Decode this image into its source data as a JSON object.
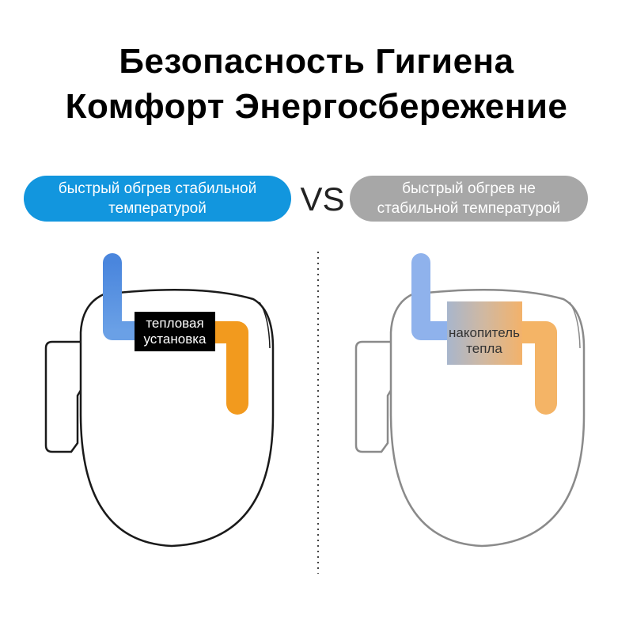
{
  "header": {
    "line1": "Безопасность Гигиена",
    "line2": "Комфорт Энергосбережение"
  },
  "left": {
    "label_line1": "быстрый обгрев стабильной",
    "label_line2": "температурой",
    "tag_line1": "тепловая",
    "tag_line2": "установка"
  },
  "vs_label": "VS",
  "right": {
    "label_line1": "быстрый обгрев не",
    "label_line2": "стабильной температурой",
    "tag_line1": "накопитель",
    "tag_line2": "тепла"
  },
  "colors": {
    "left_accent": "#1296de",
    "right_accent": "#a7a7a7",
    "cold_pipe": "#5b8fe0",
    "hot_pipe": "#f0a02a"
  }
}
